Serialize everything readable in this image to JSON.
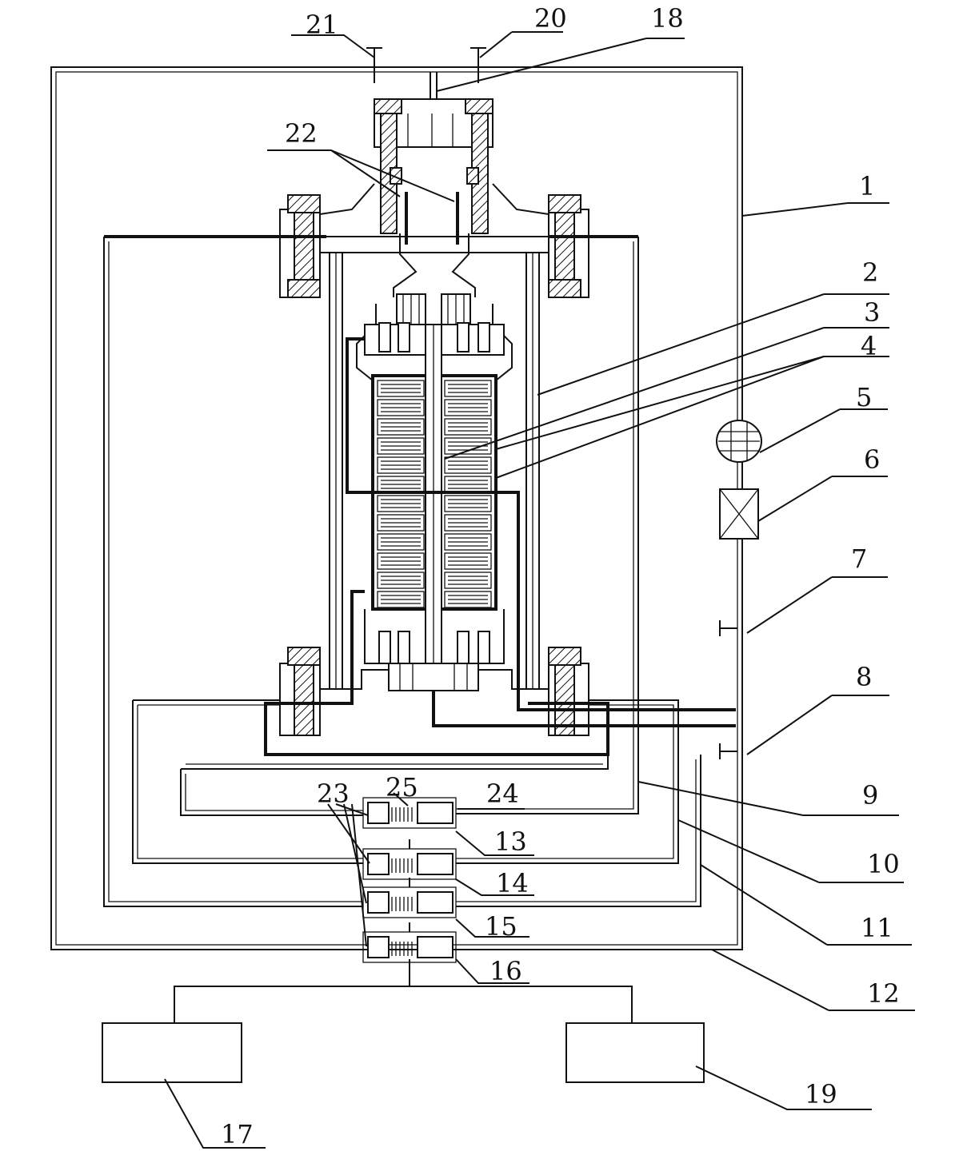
{
  "labels": {
    "l1": "1",
    "l2": "2",
    "l3": "3",
    "l4": "4",
    "l5": "5",
    "l6": "6",
    "l7": "7",
    "l8": "8",
    "l9": "9",
    "l10": "10",
    "l11": "11",
    "l12": "12",
    "l13": "13",
    "l14": "14",
    "l15": "15",
    "l16": "16",
    "l17": "17",
    "l18": "18",
    "l19": "19",
    "l20": "20",
    "l21": "21",
    "l22": "22",
    "l23": "23",
    "l24": "24",
    "l25": "25"
  },
  "colors": {
    "stroke": "#111111",
    "background": "#ffffff"
  }
}
